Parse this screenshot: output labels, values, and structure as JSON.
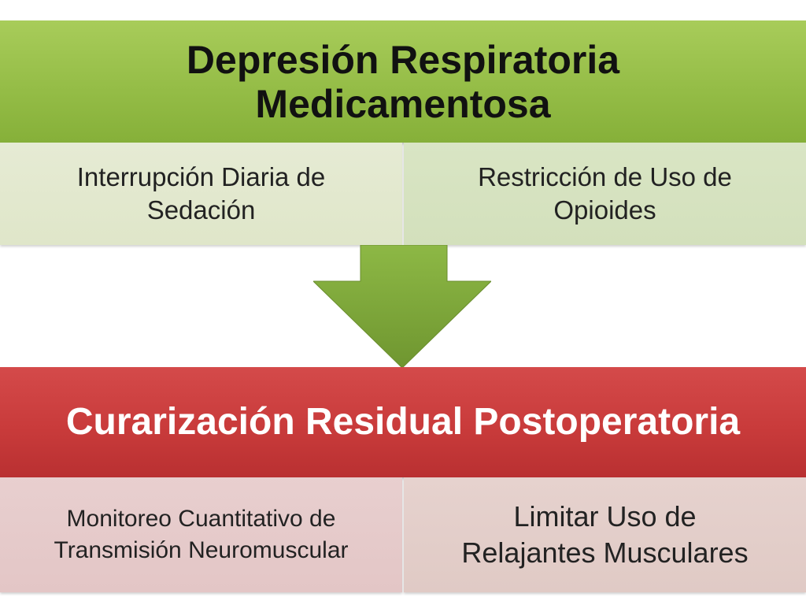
{
  "top": {
    "title_line1": "Depresión Respiratoria",
    "title_line2": "Medicamentosa",
    "left_line1": "Interrupción Diaria de",
    "left_line2": "Sedación",
    "right_line1": "Restricción de Uso de",
    "right_line2": "Opioides"
  },
  "bottom": {
    "title": "Curarización Residual Postoperatoria",
    "left_line1": "Monitoreo Cuantitativo de",
    "left_line2": "Transmisión Neuromuscular",
    "right_line1": "Limitar Uso de",
    "right_line2": "Relajantes Musculares"
  },
  "colors": {
    "top_header": "#95bd47",
    "top_cells": "#dfe6c9",
    "arrow": "#7fa63a",
    "bottom_header": "#c93b3b",
    "bottom_cells": "#e3c6c6"
  }
}
